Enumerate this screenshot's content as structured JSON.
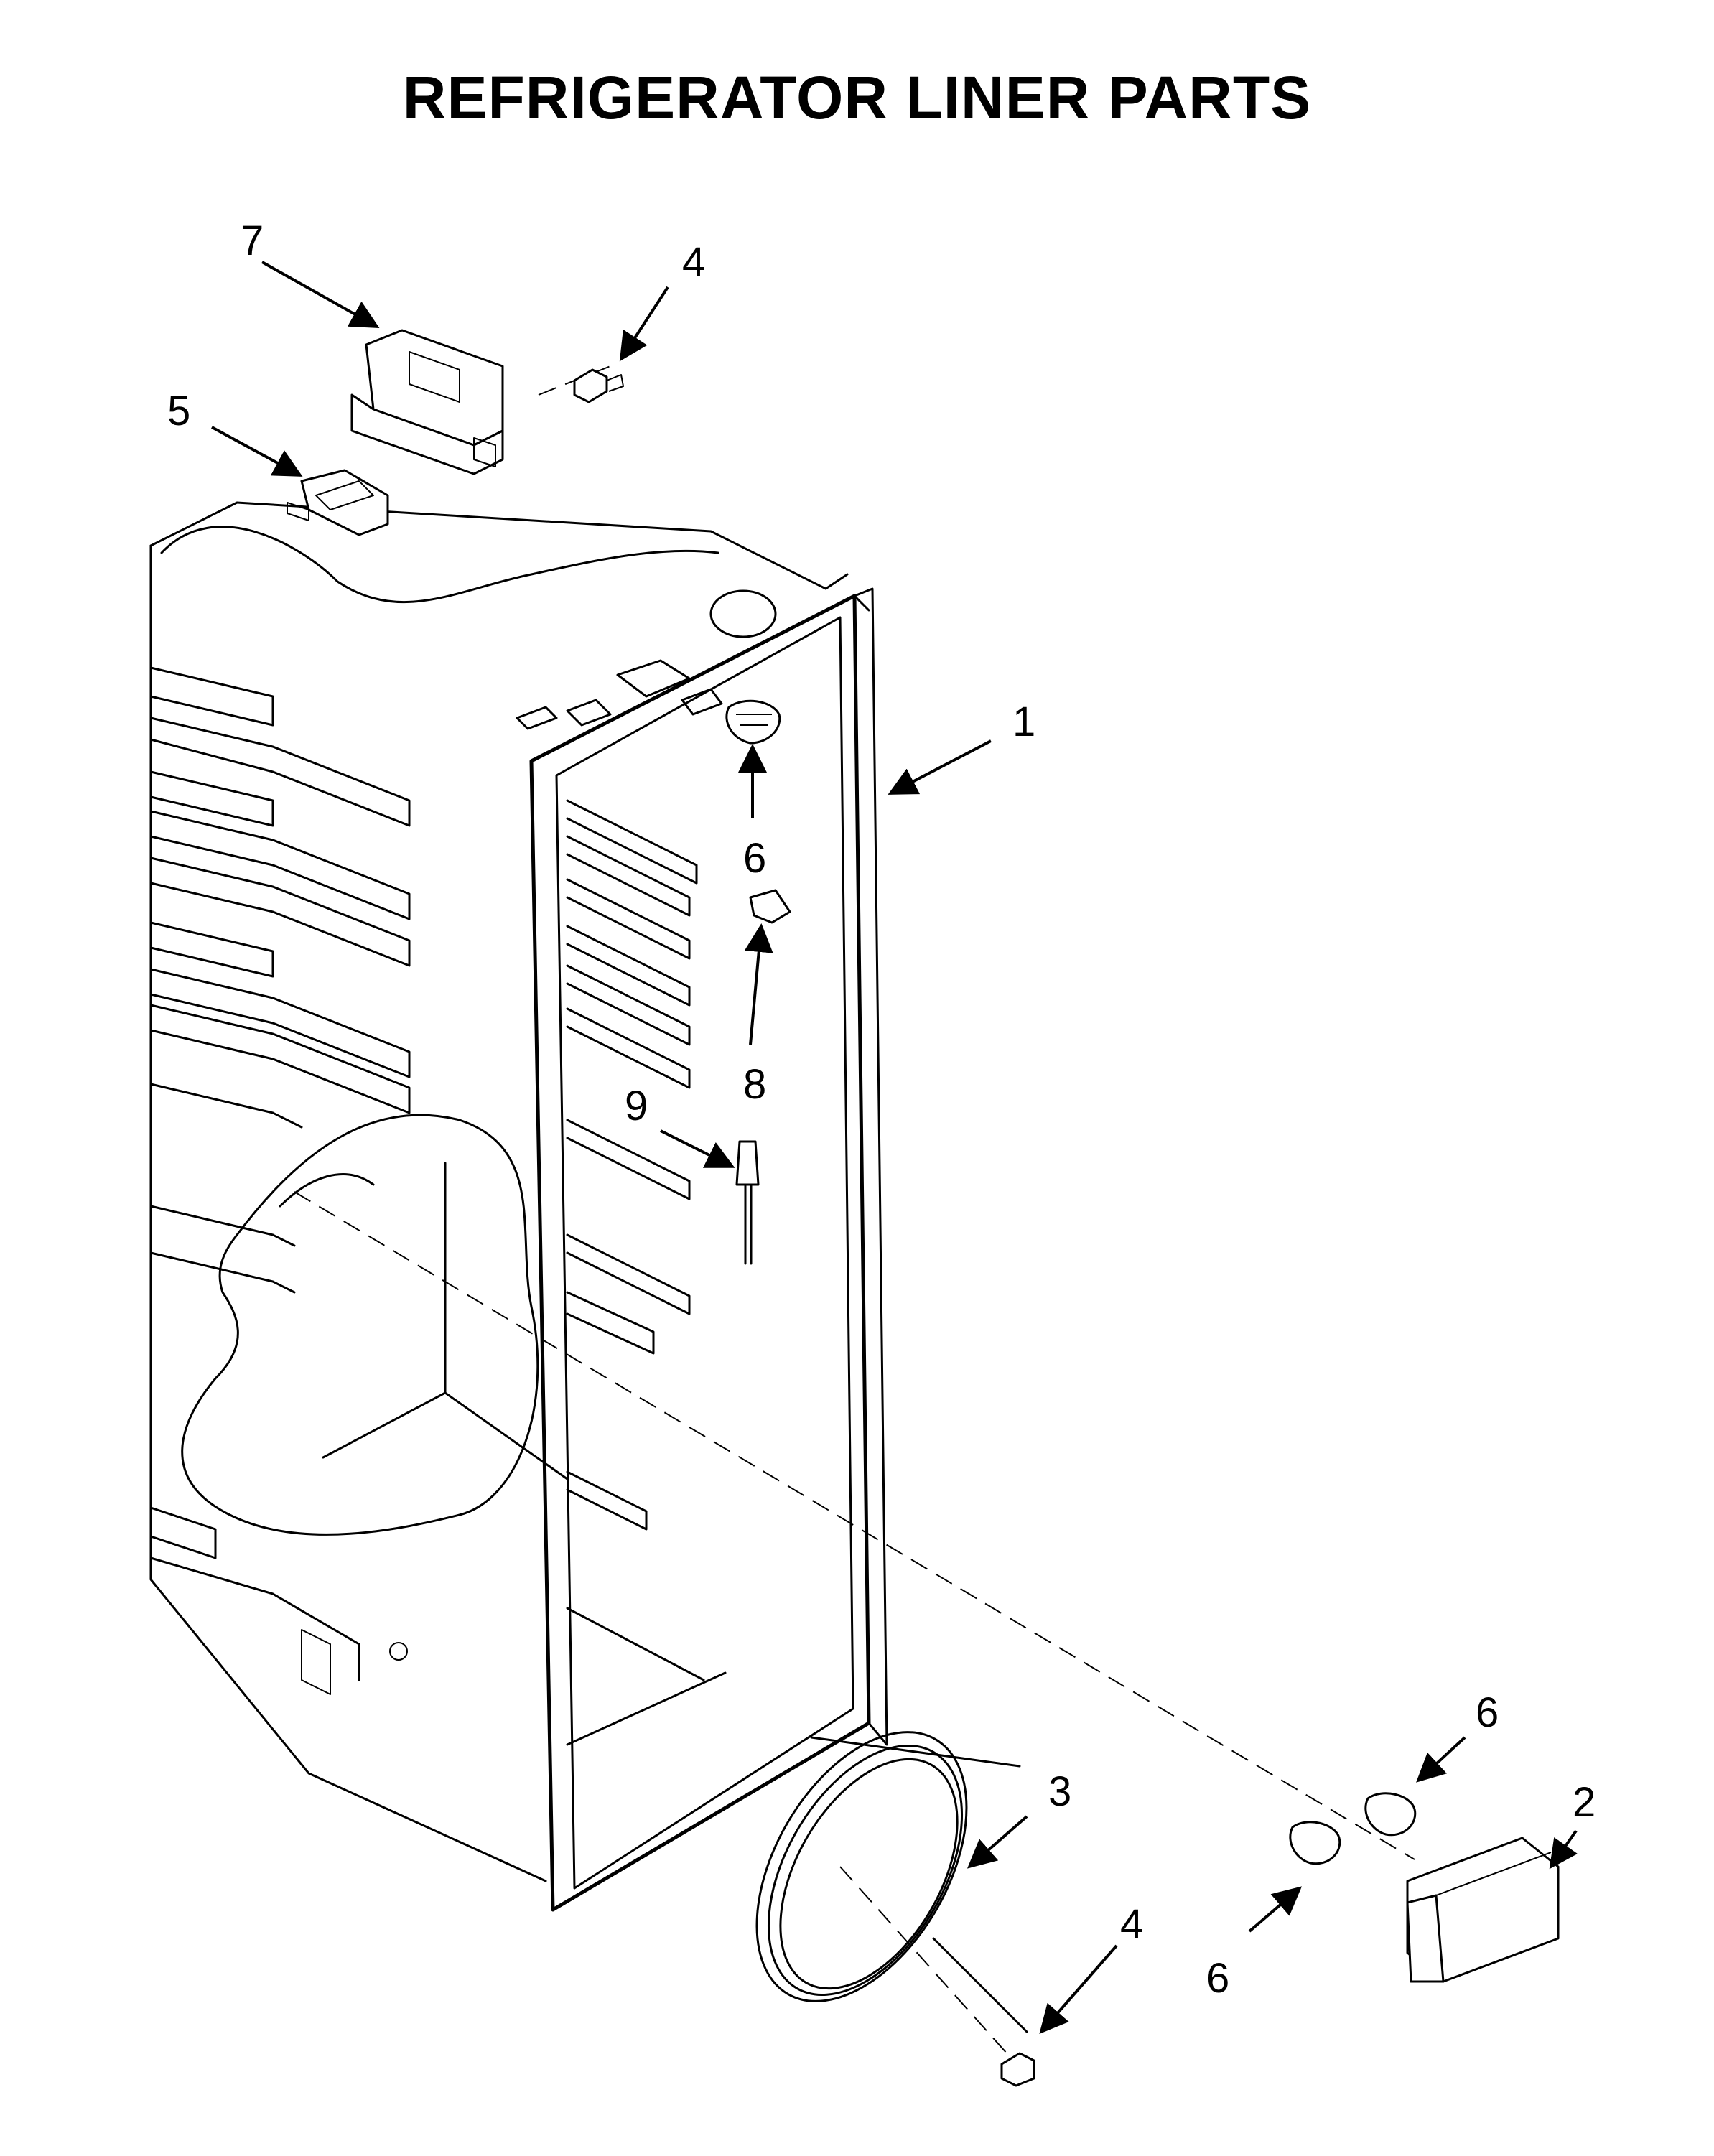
{
  "title": "REFRIGERATOR LINER PARTS",
  "callouts": [
    {
      "id": "c1",
      "label": "1"
    },
    {
      "id": "c2",
      "label": "2"
    },
    {
      "id": "c3",
      "label": "3"
    },
    {
      "id": "c4-top",
      "label": "4"
    },
    {
      "id": "c4-bottom",
      "label": "4"
    },
    {
      "id": "c5",
      "label": "5"
    },
    {
      "id": "c6-upper",
      "label": "6"
    },
    {
      "id": "c6-lower-right",
      "label": "6"
    },
    {
      "id": "c6-lower-left",
      "label": "6"
    },
    {
      "id": "c7",
      "label": "7"
    },
    {
      "id": "c8",
      "label": "8"
    },
    {
      "id": "c9",
      "label": "9"
    }
  ]
}
